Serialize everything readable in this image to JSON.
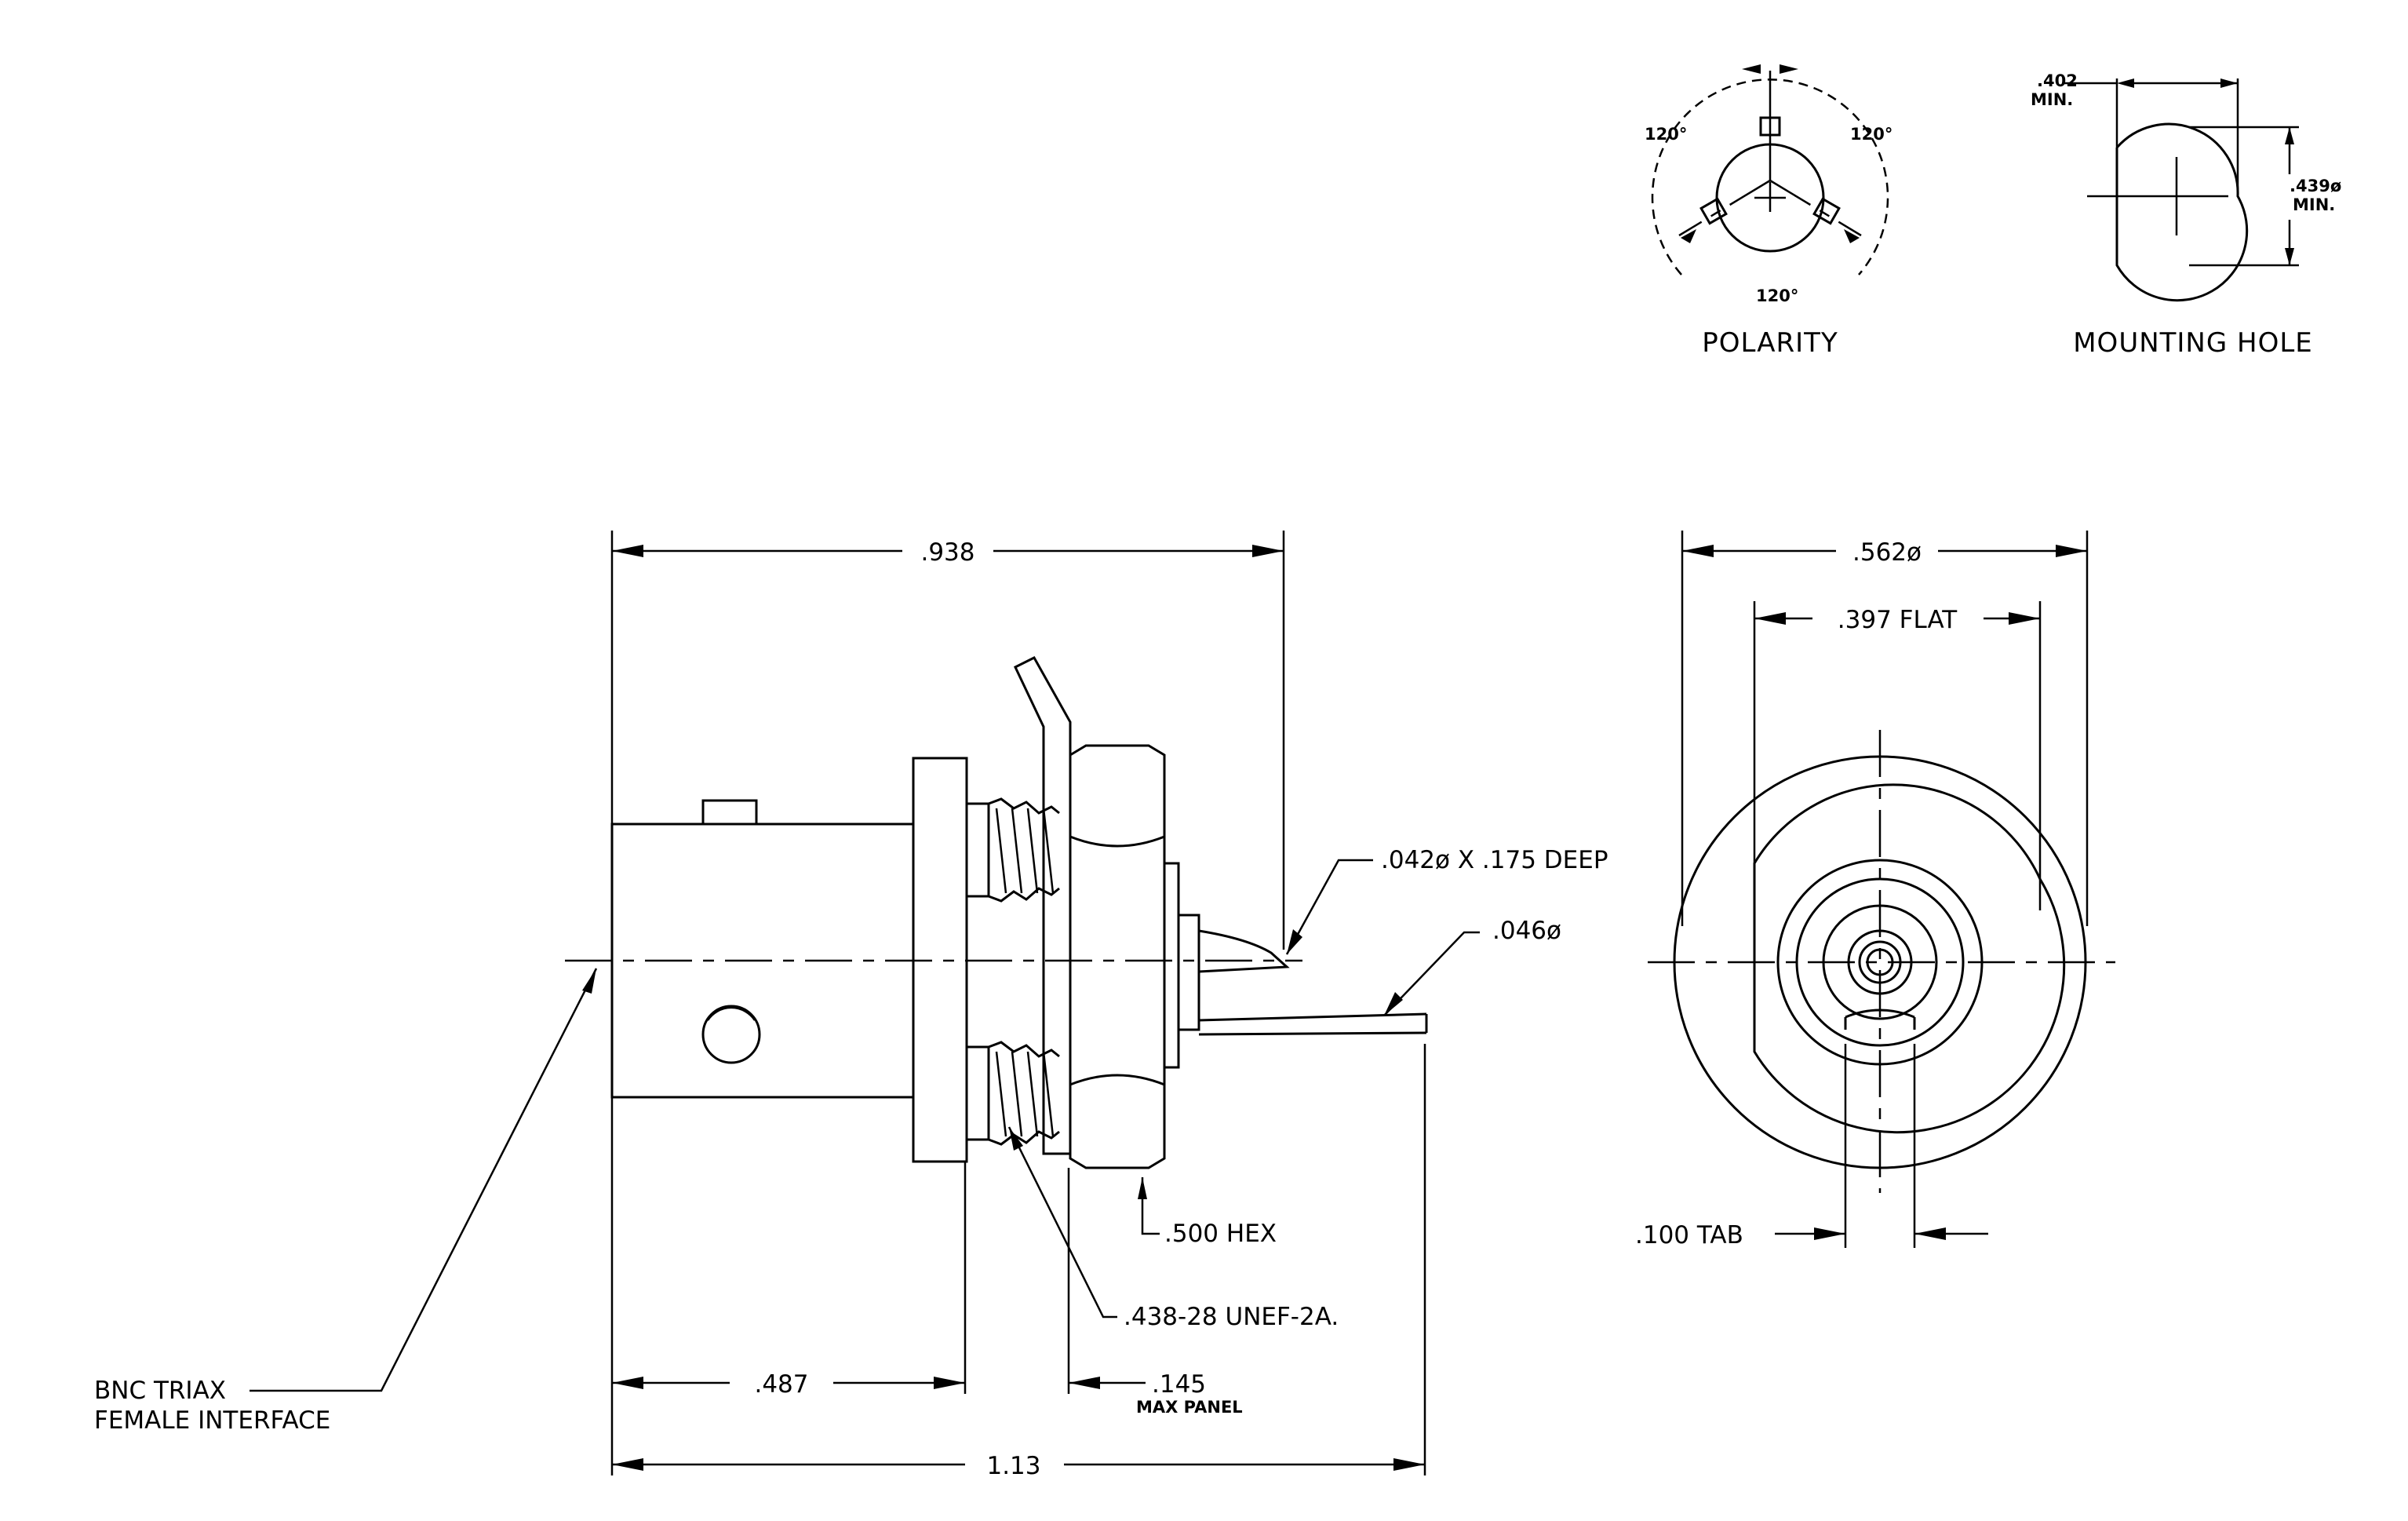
{
  "labels": {
    "polarity": "POLARITY",
    "mounting_hole": "MOUNTING HOLE",
    "angle": "120°",
    "mh_width": ".402",
    "mh_width_min": "MIN.",
    "mh_dia": ".439ø",
    "mh_dia_min": "MIN.",
    "overall_body": ".938",
    "drill": ".042ø X .175 DEEP",
    "lead_dia": ".046ø",
    "hex": ".500 HEX",
    "thread": ".438-28 UNEF-2A.",
    "interface_line1": "BNC TRIAX",
    "interface_line2": "FEMALE INTERFACE",
    "flange_length": ".487",
    "panel": ".145",
    "panel_note": "MAX PANEL",
    "overall_length": "1.13",
    "outer_dia": ".562ø",
    "flat": ".397 FLAT",
    "tab": ".100 TAB"
  }
}
